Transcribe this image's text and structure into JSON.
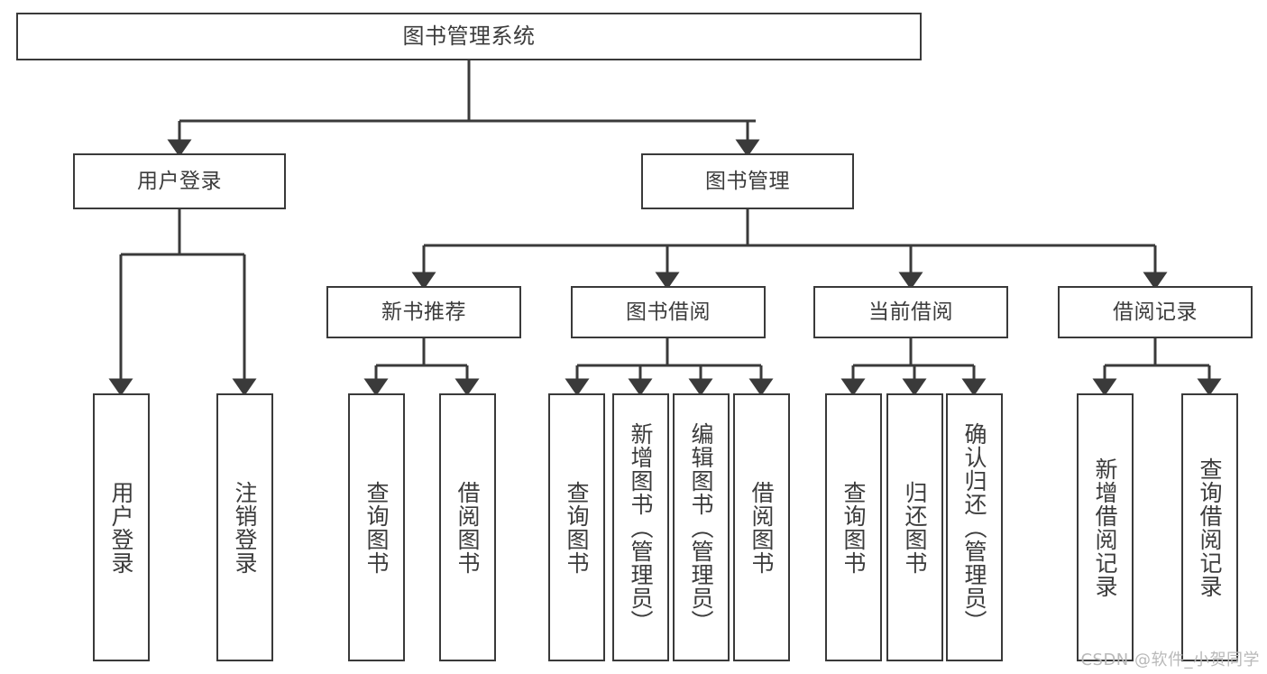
{
  "diagram": {
    "title": "图书管理系统",
    "type": "tree-hierarchy-chart",
    "colors": {
      "box_border": "#3a3a3a",
      "box_fill": "#ffffff",
      "text": "#3c3c3c",
      "edge": "#3a3a3a",
      "watermark": "#b9b9b9",
      "background": "#ffffff"
    },
    "watermark": "CSDN @软件_小贺同学",
    "nodes": {
      "root": {
        "label": "图书管理系统"
      },
      "level2": [
        {
          "label": "用户登录"
        },
        {
          "label": "图书管理"
        }
      ],
      "level3": [
        {
          "label": "新书推荐"
        },
        {
          "label": "图书借阅"
        },
        {
          "label": "当前借阅"
        },
        {
          "label": "借阅记录"
        }
      ],
      "leaves_user_login": [
        {
          "label": "用户登录"
        },
        {
          "label": "注销登录"
        }
      ],
      "leaves_new_books": [
        {
          "label": "查询图书"
        },
        {
          "label": "借阅图书"
        }
      ],
      "leaves_borrow": [
        {
          "label": "查询图书"
        },
        {
          "label": "新增图书（管理员）"
        },
        {
          "label": "编辑图书（管理员）"
        },
        {
          "label": "借阅图书"
        }
      ],
      "leaves_current": [
        {
          "label": "查询图书"
        },
        {
          "label": "归还图书"
        },
        {
          "label": "确认归还（管理员）"
        }
      ],
      "leaves_records": [
        {
          "label": "新增借阅记录"
        },
        {
          "label": "查询借阅记录"
        }
      ]
    }
  }
}
